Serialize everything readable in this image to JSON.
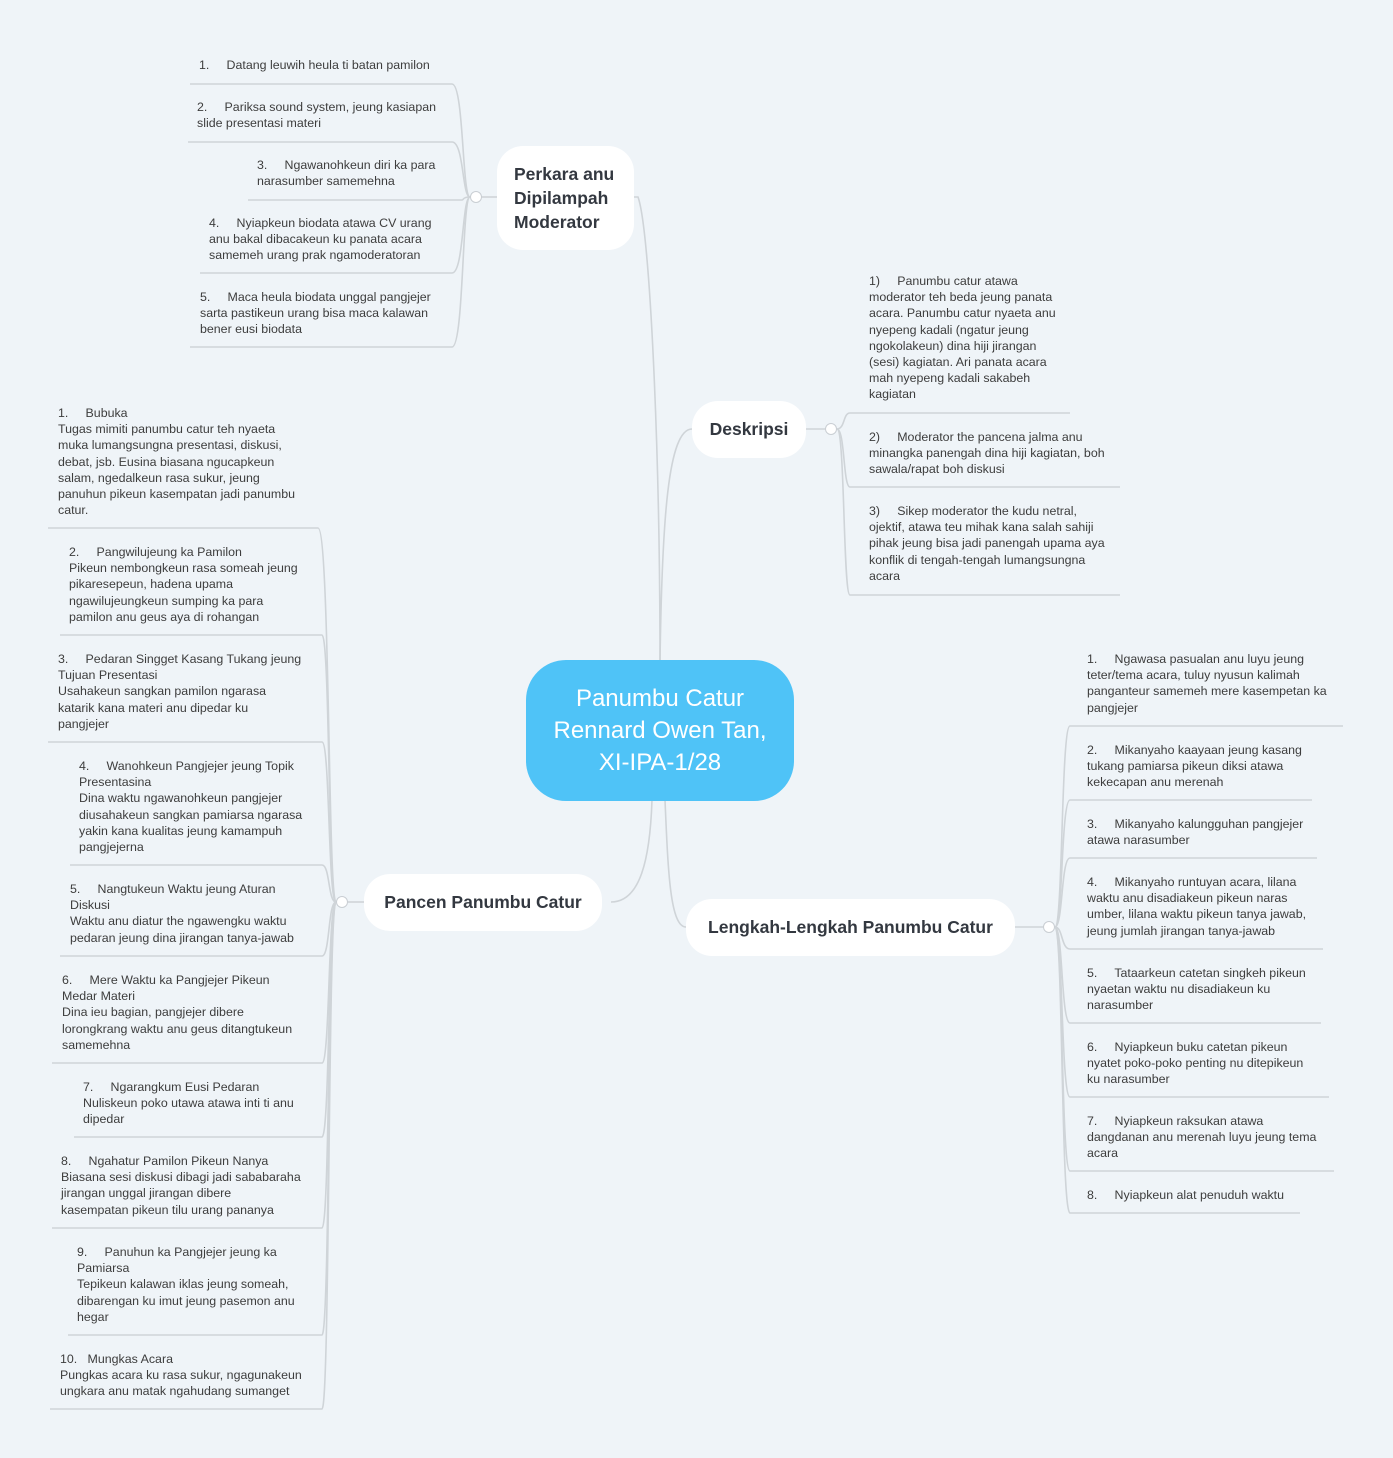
{
  "central": {
    "title": "Panumbu Catur\nRennard Owen Tan,\nXI-IPA-1/28",
    "color": "#4fc3f7"
  },
  "perkara": {
    "title": "Perkara anu\nDipilampah\nModerator",
    "items": [
      "1.     Datang leuwih heula ti batan pamilon",
      "2.     Pariksa sound system, jeung kasiapan\nslide presentasi materi",
      "3.     Ngawanohkeun diri ka para\nnarasumber samemehna",
      "4.     Nyiapkeun biodata atawa CV urang\nanu bakal dibacakeun ku panata acara\nsamemeh urang prak ngamoderatoran",
      "5.     Maca heula biodata unggal pangjejer\nsarta pastikeun urang bisa maca kalawan\nbener eusi biodata"
    ]
  },
  "deskripsi": {
    "title": "Deskripsi",
    "items": [
      "1)     Panumbu catur atawa\nmoderator teh beda jeung panata\nacara. Panumbu catur nyaeta anu\nnyepeng kadali (ngatur jeung\nngokolakeun) dina hiji jirangan\n(sesi) kagiatan. Ari panata acara\nmah nyepeng kadali sakabeh\nkagiatan",
      "2)     Moderator the pancena jalma anu\nminangka panengah dina hiji kagiatan, boh\nsawala/rapat boh diskusi",
      "3)     Sikep moderator the kudu netral,\nojektif, atawa teu mihak kana salah sahiji\npihak jeung bisa jadi panengah upama aya\nkonflik di tengah-tengah lumangsungna\nacara"
    ]
  },
  "pancen": {
    "title": "Pancen Panumbu Catur",
    "items": [
      "1.     Bubuka\nTugas mimiti panumbu catur teh nyaeta\nmuka lumangsungna presentasi, diskusi,\ndebat, jsb. Eusina biasana ngucapkeun\nsalam, ngedalkeun rasa sukur, jeung\npanuhun pikeun kasempatan jadi panumbu\ncatur.",
      "2.     Pangwilujeung ka Pamilon\nPikeun nembongkeun rasa someah jeung\npikaresepeun, hadena upama\nngawilujeungkeun sumping ka para\npamilon anu geus aya di rohangan",
      "3.     Pedaran Singget Kasang Tukang jeung\nTujuan Presentasi\nUsahakeun sangkan pamilon ngarasa\nkatarik kana materi anu dipedar ku\npangjejer",
      "4.     Wanohkeun Pangjejer jeung Topik\nPresentasina\nDina waktu ngawanohkeun pangjejer\ndiusahakeun sangkan pamiarsa ngarasa\nyakin kana kualitas jeung kamampuh\npangjejerna",
      "5.     Nangtukeun Waktu jeung Aturan\nDiskusi\nWaktu anu diatur the ngawengku waktu\npedaran jeung dina jirangan tanya-jawab",
      "6.     Mere Waktu ka Pangjejer Pikeun\nMedar Materi\nDina ieu bagian, pangjejer dibere\nlorongkrang waktu anu geus ditangtukeun\nsamemehna",
      "7.     Ngarangkum Eusi Pedaran\nNuliskeun poko utawa atawa inti ti anu\ndipedar",
      "8.     Ngahatur Pamilon Pikeun Nanya\nBiasana sesi diskusi dibagi jadi sababaraha\njirangan unggal jirangan dibere\nkasempatan pikeun tilu urang pananya",
      "9.     Panuhun ka Pangjejer jeung ka\nPamiarsa\nTepikeun kalawan iklas jeung someah,\ndibarengan ku imut jeung pasemon anu\nhegar",
      "10.   Mungkas Acara\nPungkas acara ku rasa sukur, ngagunakeun\nungkara anu matak ngahudang sumanget"
    ]
  },
  "lengkah": {
    "title": "Lengkah-Lengkah Panumbu Catur",
    "items": [
      "1.     Ngawasa pasualan anu luyu jeung\nteter/tema acara, tuluy nyusun kalimah\npanganteur samemeh mere kasempetan ka\npangjejer",
      "2.     Mikanyaho kaayaan jeung kasang\ntukang pamiarsa pikeun diksi atawa\nkekecapan anu merenah",
      "3.     Mikanyaho kalungguhan pangjejer\natawa narasumber",
      "4.     Mikanyaho runtuyan acara, lilana\nwaktu anu disadiakeun pikeun naras\number, lilana waktu pikeun tanya jawab,\njeung jumlah jirangan tanya-jawab",
      "5.     Tataarkeun catetan singkeh pikeun\nnyaetan waktu nu disadiakeun ku\nnarasumber",
      "6.     Nyiapkeun buku catetan pikeun\nnyatet poko-poko penting nu ditepikeun\nku narasumber",
      "7.     Nyiapkeun raksukan atawa\ndangdanan anu merenah luyu jeung tema\nacara",
      "8.     Nyiapkeun alat penuduh waktu"
    ]
  }
}
